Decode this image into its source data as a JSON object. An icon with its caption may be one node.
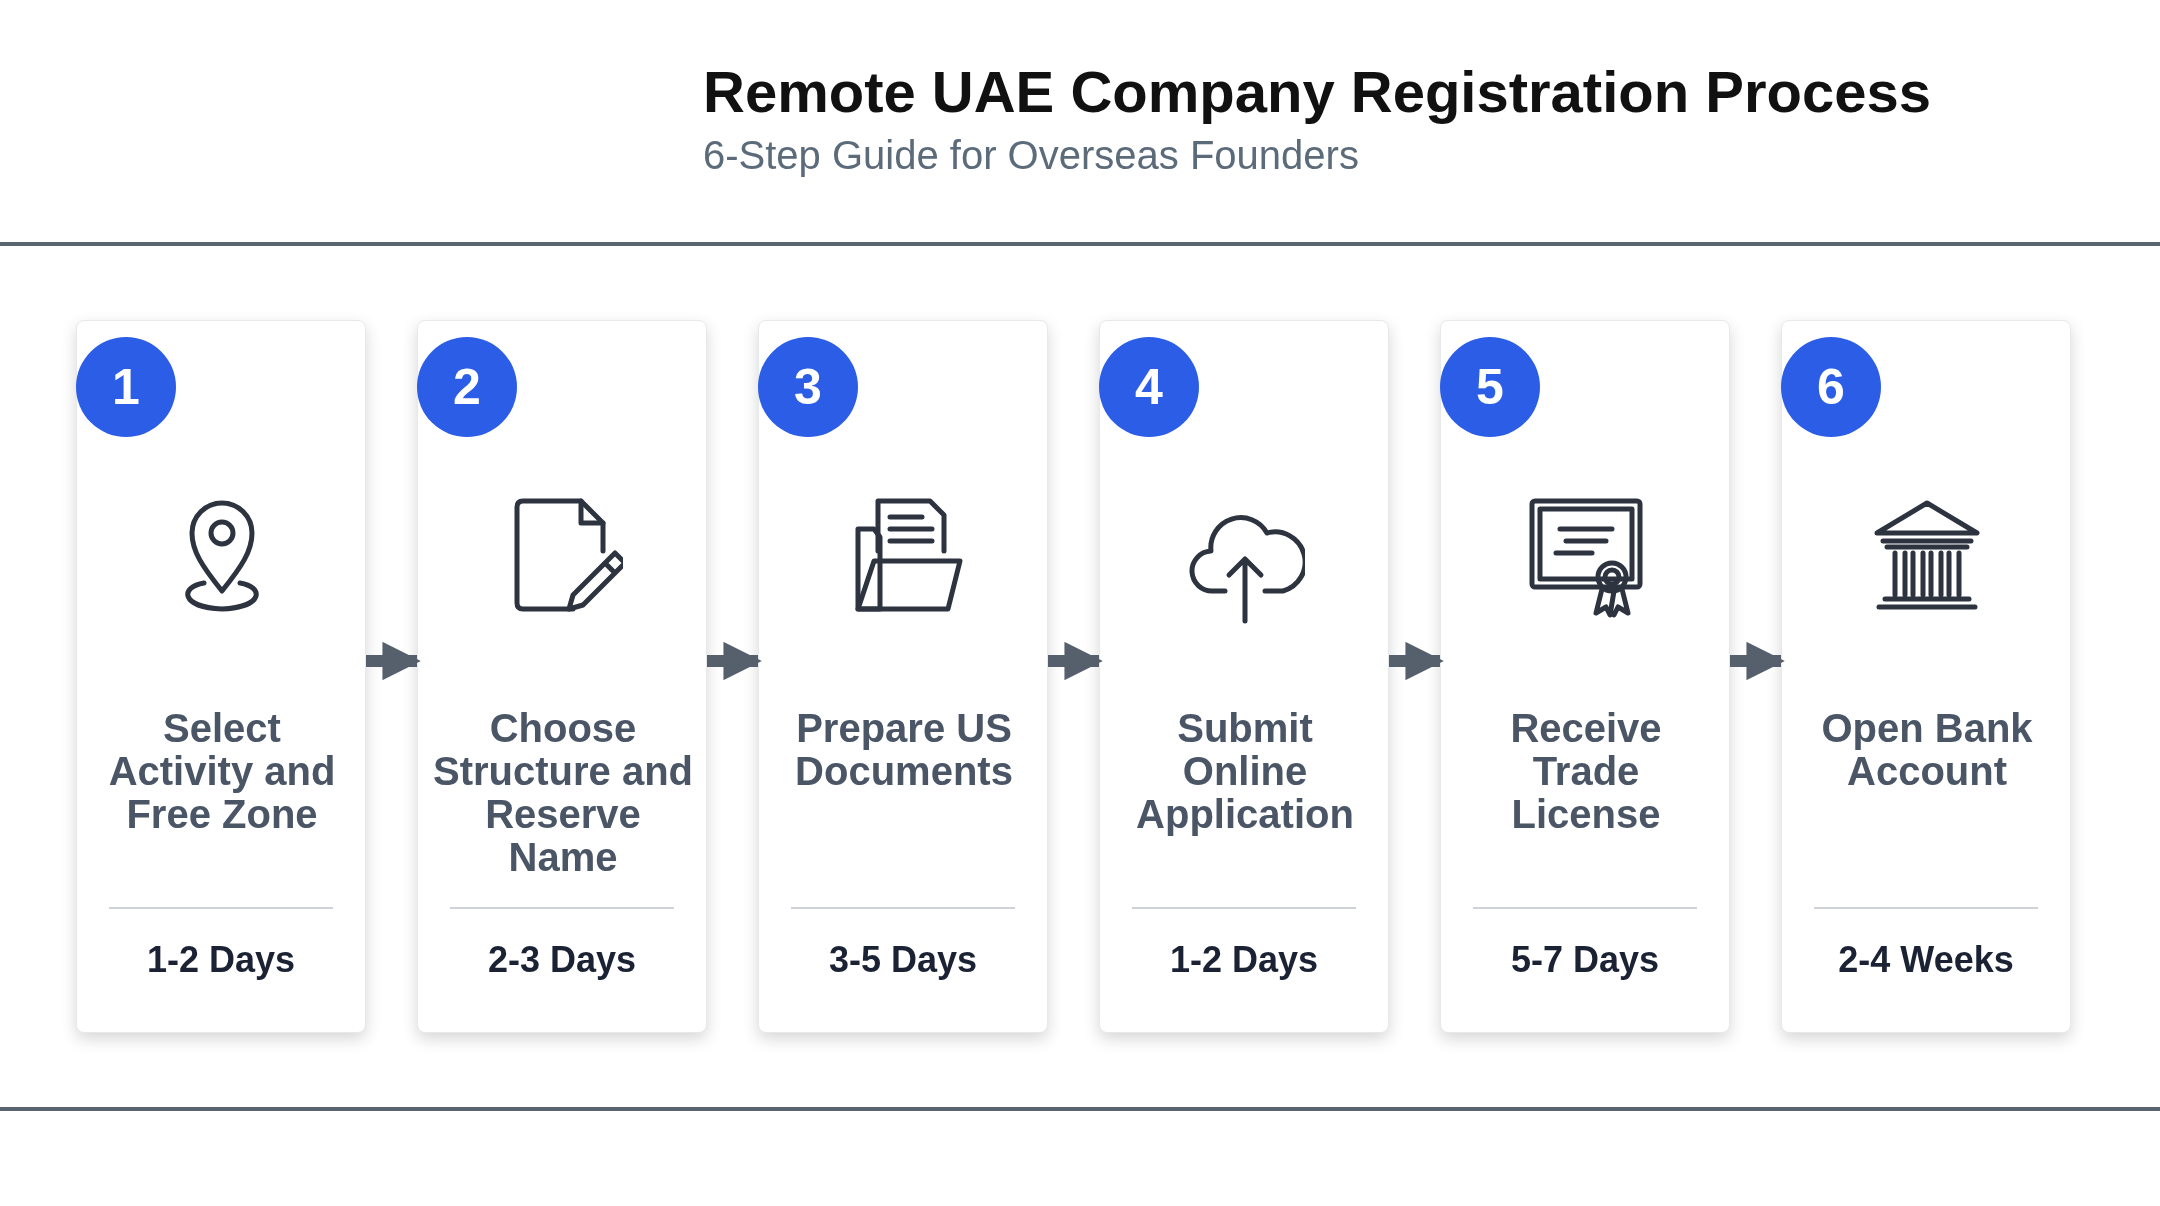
{
  "diagram": {
    "title": "Remote UAE Company Registration Process",
    "caption": "6-Step Guide for Overseas Founders",
    "nodes": [
      {
        "text": [
          "1",
          "Select Activity and Free Zone",
          "1-2 Days"
        ]
      },
      {
        "text": [
          "2",
          "Choose Structure and Reserve Name",
          "2-3 Days"
        ]
      },
      {
        "text": [
          "3",
          "Prepare US Documents",
          "3-5 Days"
        ]
      },
      {
        "text": [
          "4",
          "Submit Online Application",
          "1-2 Days"
        ]
      },
      {
        "text": [
          "5",
          "Receive Trade License",
          "5-7 Days"
        ]
      },
      {
        "text": [
          "6",
          "Open Bank Account",
          "2-4 Weeks"
        ]
      }
    ],
    "edges": [
      {
        "from": 0,
        "to": 1,
        "arrow": "to"
      },
      {
        "from": 1,
        "to": 2,
        "arrow": "to"
      },
      {
        "from": 2,
        "to": 3,
        "arrow": "to"
      },
      {
        "from": 3,
        "to": 4,
        "arrow": "to"
      },
      {
        "from": 4,
        "to": 5,
        "arrow": "to"
      }
    ]
  }
}
